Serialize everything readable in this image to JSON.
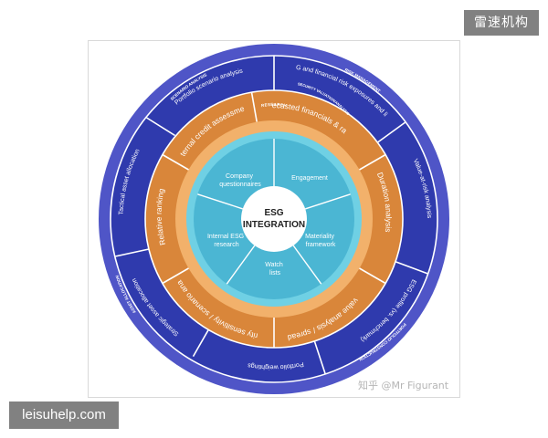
{
  "watermark_top": "雷速机构",
  "watermark_bottom": "leisuhelp.com",
  "credit": "知乎 @Mr Figurant",
  "colors": {
    "outer_band": "#4f55c7",
    "outer_ring": "#2f3aad",
    "orange_ring": "#d9863a",
    "orange_band": "#f2b16b",
    "cyan_band": "#6fd0e4",
    "inner_ring": "#4bb6d3",
    "center": "#ffffff",
    "divider": "#ffffff",
    "text_light": "#ffffff",
    "text_dark": "#222222"
  },
  "center": {
    "line1": "ESG",
    "line2": "INTEGRATION"
  },
  "inner": {
    "band_label": "RESEARCH",
    "segments": [
      {
        "lines": [
          "Company",
          "questionnaires"
        ]
      },
      {
        "lines": [
          "Engagement"
        ]
      },
      {
        "lines": [
          "Materiality",
          "framework"
        ]
      },
      {
        "lines": [
          "Watch",
          "lists"
        ]
      },
      {
        "lines": [
          "Internal ESG",
          "research"
        ]
      }
    ]
  },
  "middle": {
    "band_label": "SECURITY VALUATION/ANALYSIS",
    "segments": [
      {
        "text": "Internal credit assessment"
      },
      {
        "text": "Forecasted financials & ratios"
      },
      {
        "text": "Duration analysis"
      },
      {
        "text": "Relative value analysis / spread analysis"
      },
      {
        "text": "Security sensitivity / scenario analysis"
      },
      {
        "text": "Relative ranking"
      }
    ]
  },
  "outer": {
    "band_labels": [
      {
        "text": "SCENARIO ANALYSIS"
      },
      {
        "text": "RISK MANAGEMENT"
      },
      {
        "text": "PORTFOLIO CONSTRUCTION"
      },
      {
        "text": "ASSET ALLOCATION"
      }
    ],
    "segments": [
      {
        "text": "Portfolio scenario analysis"
      },
      {
        "text": "ESG and financial risk exposures and limits"
      },
      {
        "text": "Value-at-risk analysis"
      },
      {
        "text": "ESG profile (vs. benchmark)"
      },
      {
        "text": "Portfolio weightings"
      },
      {
        "text": "Strategic asset allocation"
      },
      {
        "text": "Tactical asset allocation"
      }
    ]
  }
}
